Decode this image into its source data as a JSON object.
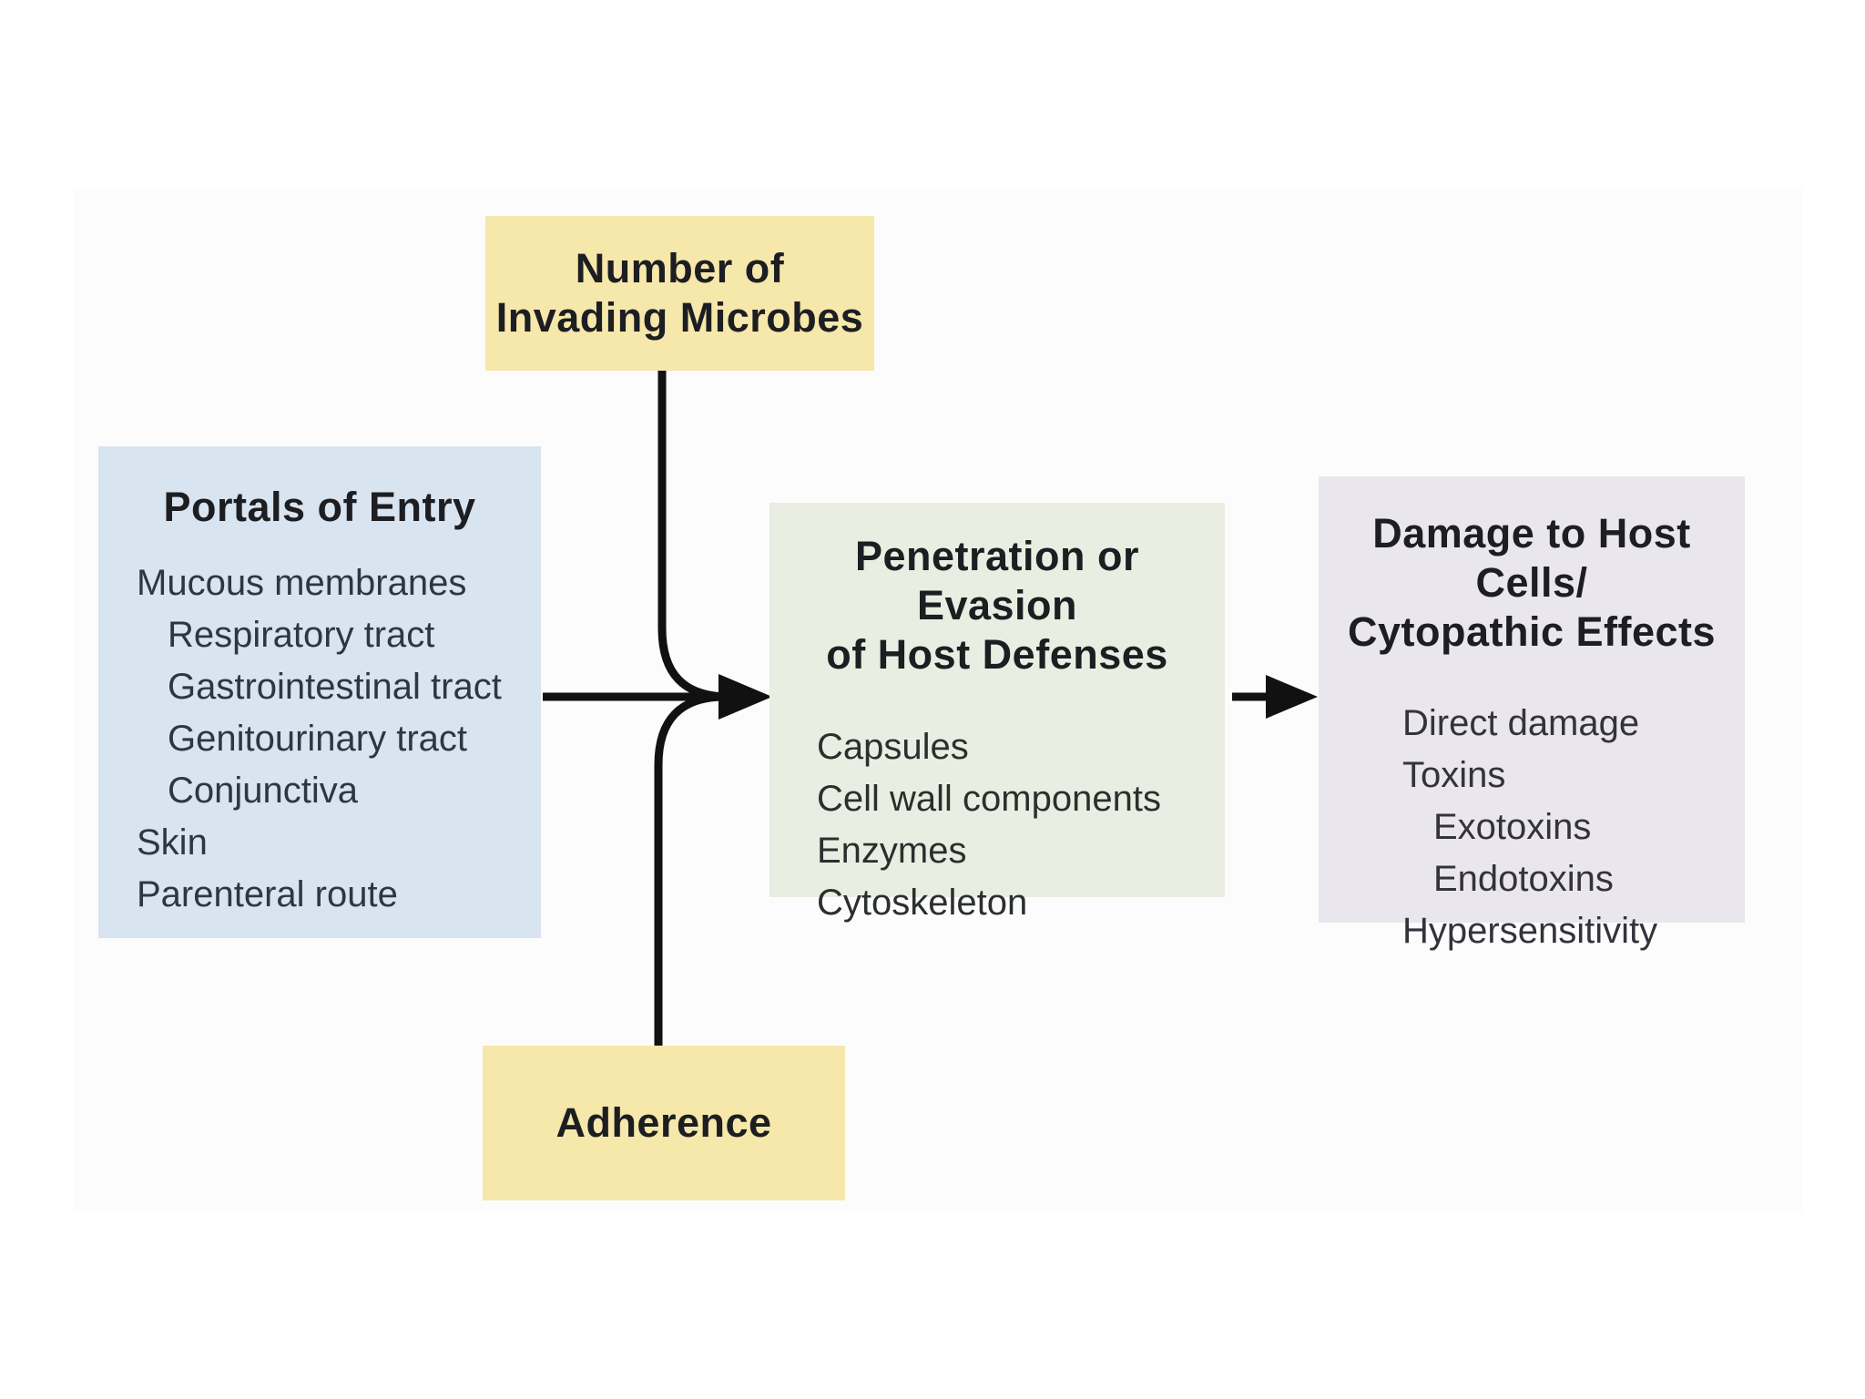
{
  "diagram": {
    "number_box": {
      "line1": "Number of",
      "line2": "Invading Microbes"
    },
    "adherence_box": {
      "label": "Adherence"
    },
    "portals_box": {
      "title": "Portals of Entry",
      "items": [
        "Mucous membranes",
        "Respiratory tract",
        "Gastrointestinal tract",
        "Genitourinary tract",
        "Conjunctiva",
        "Skin",
        "Parenteral route"
      ]
    },
    "penetration_box": {
      "title_line1": "Penetration or Evasion",
      "title_line2": "of Host Defenses",
      "items": [
        "Capsules",
        "Cell wall components",
        "Enzymes",
        "Cytoskeleton"
      ]
    },
    "damage_box": {
      "title_line1": "Damage to Host Cells/",
      "title_line2": "Cytopathic Effects",
      "items": [
        "Direct damage",
        "Toxins",
        "Exotoxins",
        "Endotoxins",
        "Hypersensitivity"
      ]
    },
    "colors": {
      "yellow_box": "#f6e7aa",
      "blue_box": "#d8e4f0",
      "green_box": "#eaeee2",
      "purple_box": "#eae6ed",
      "arrow": "#111111",
      "title_text": "#1c1e22",
      "backdrop": "#fcfcfc"
    }
  }
}
